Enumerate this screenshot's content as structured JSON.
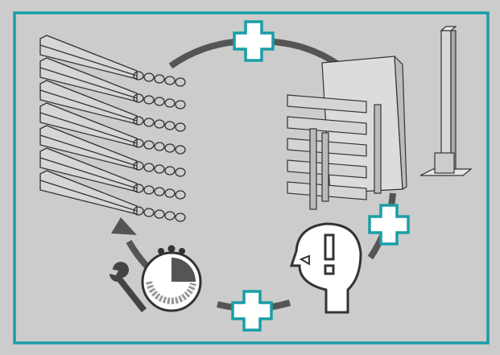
{
  "colors": {
    "background": "#cccccc",
    "accent": "#1a9ea6",
    "cycle_arc": "#555555",
    "line_art": "#333333"
  },
  "icons": [
    "louvre-panel-illustration",
    "fence-panel-assembly-illustration",
    "post-illustration",
    "plus-icon",
    "head-warning-icon",
    "stopwatch-icon",
    "wrench-icon",
    "cycle-arrow-icon"
  ]
}
